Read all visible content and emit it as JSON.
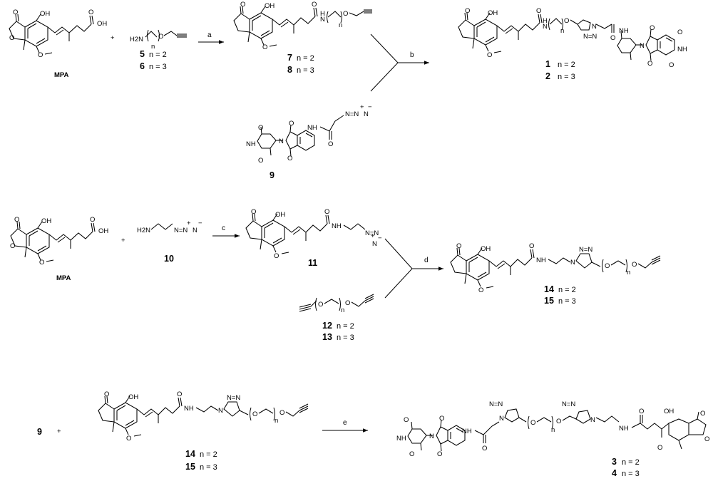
{
  "atoms": {
    "O": "O",
    "OH": "OH",
    "H2N": "H2N",
    "H": "H",
    "N": "N",
    "NH": "NH",
    "n": "n",
    "plus": "+",
    "minus": "−",
    "N_triazole": "N=N",
    "azide": "N=N",
    "eq": "="
  },
  "labels": {
    "mpa": "MPA",
    "c1": "1",
    "c2": "2",
    "c3": "3",
    "c4": "4",
    "c5": "5",
    "c6": "6",
    "c7": "7",
    "c8": "8",
    "c9": "9",
    "c10": "10",
    "c11": "11",
    "c12": "12",
    "c13": "13",
    "c14": "14",
    "c15": "15",
    "n2": "n = 2",
    "n3": "n = 3"
  },
  "reagents": {
    "a": "a",
    "b": "b",
    "c": "c",
    "d": "d",
    "e": "e"
  }
}
